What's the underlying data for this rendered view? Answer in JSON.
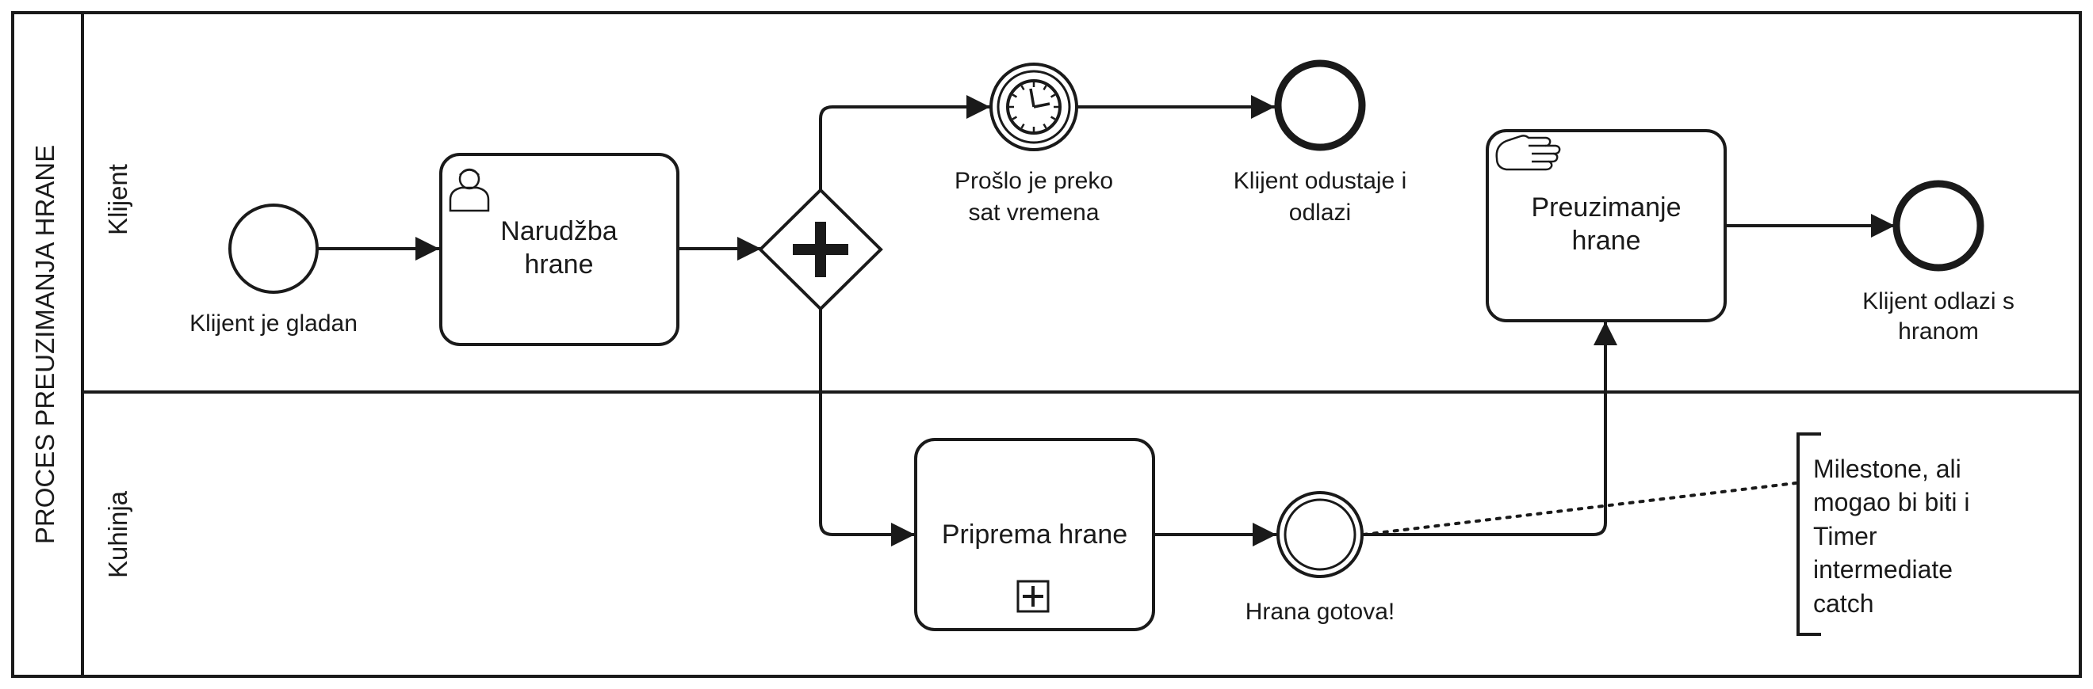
{
  "pool": {
    "name": "PROCES PREUZIMANJA HRANE"
  },
  "lanes": [
    {
      "name": "Klijent"
    },
    {
      "name": "Kuhinja"
    }
  ],
  "elements": {
    "start_event": {
      "label": "Klijent je gladan"
    },
    "task_order": {
      "line1": "Narudžba",
      "line2": "hrane"
    },
    "timer_event": {
      "line1": "Prošlo je preko",
      "line2": "sat vremena"
    },
    "end_giveup": {
      "line1": "Klijent odustaje i",
      "line2": "odlazi"
    },
    "task_pickup": {
      "line1": "Preuzimanje",
      "line2": "hrane"
    },
    "end_withfood": {
      "line1": "Klijent odlazi s",
      "line2": "hranom"
    },
    "subprocess_prepare": {
      "label": "Priprema hrane"
    },
    "intermediate_ready": {
      "label": "Hrana gotova!"
    },
    "annotation": {
      "lines": [
        "Milestone, ali",
        "mogao bi biti i",
        "Timer",
        "intermediate",
        "catch"
      ]
    }
  },
  "icons": {
    "task_order": "user-task-icon",
    "task_pickup": "manual-task-icon",
    "gateway": "parallel-gateway-plus-icon",
    "timer": "clock-icon",
    "subprocess": "collapsed-subprocess-plus-icon"
  },
  "colors": {
    "stroke": "#1a1a1a",
    "background": "#ffffff"
  }
}
